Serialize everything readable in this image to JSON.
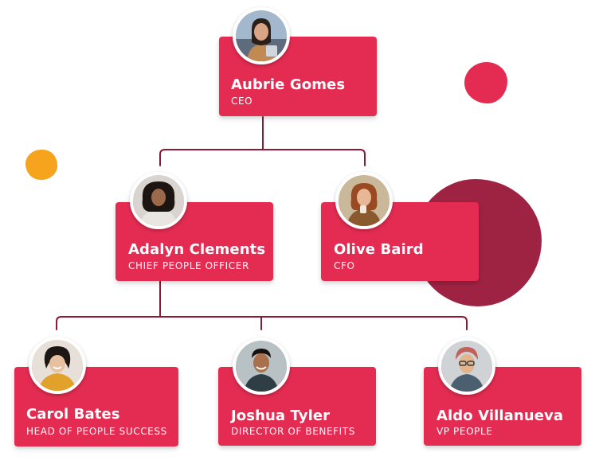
{
  "colors": {
    "card": "#e42c52",
    "connector": "#8a1a34",
    "blob_pink": "#e42c52",
    "blob_orange": "#f6a31e",
    "blob_maroon": "#9e2342"
  },
  "people": {
    "ceo": {
      "name": "Aubrie Gomes",
      "title": "CEO"
    },
    "cpo": {
      "name": "Adalyn Clements",
      "title": "CHIEF PEOPLE OFFICER"
    },
    "cfo": {
      "name": "Olive Baird",
      "title": "CFO"
    },
    "head_success": {
      "name": "Carol Bates",
      "title": "HEAD OF PEOPLE SUCCESS"
    },
    "director_benefits": {
      "name": "Joshua Tyler",
      "title": "DIRECTOR OF BENEFITS"
    },
    "vp_people": {
      "name": "Aldo Villanueva",
      "title": "VP PEOPLE"
    }
  }
}
